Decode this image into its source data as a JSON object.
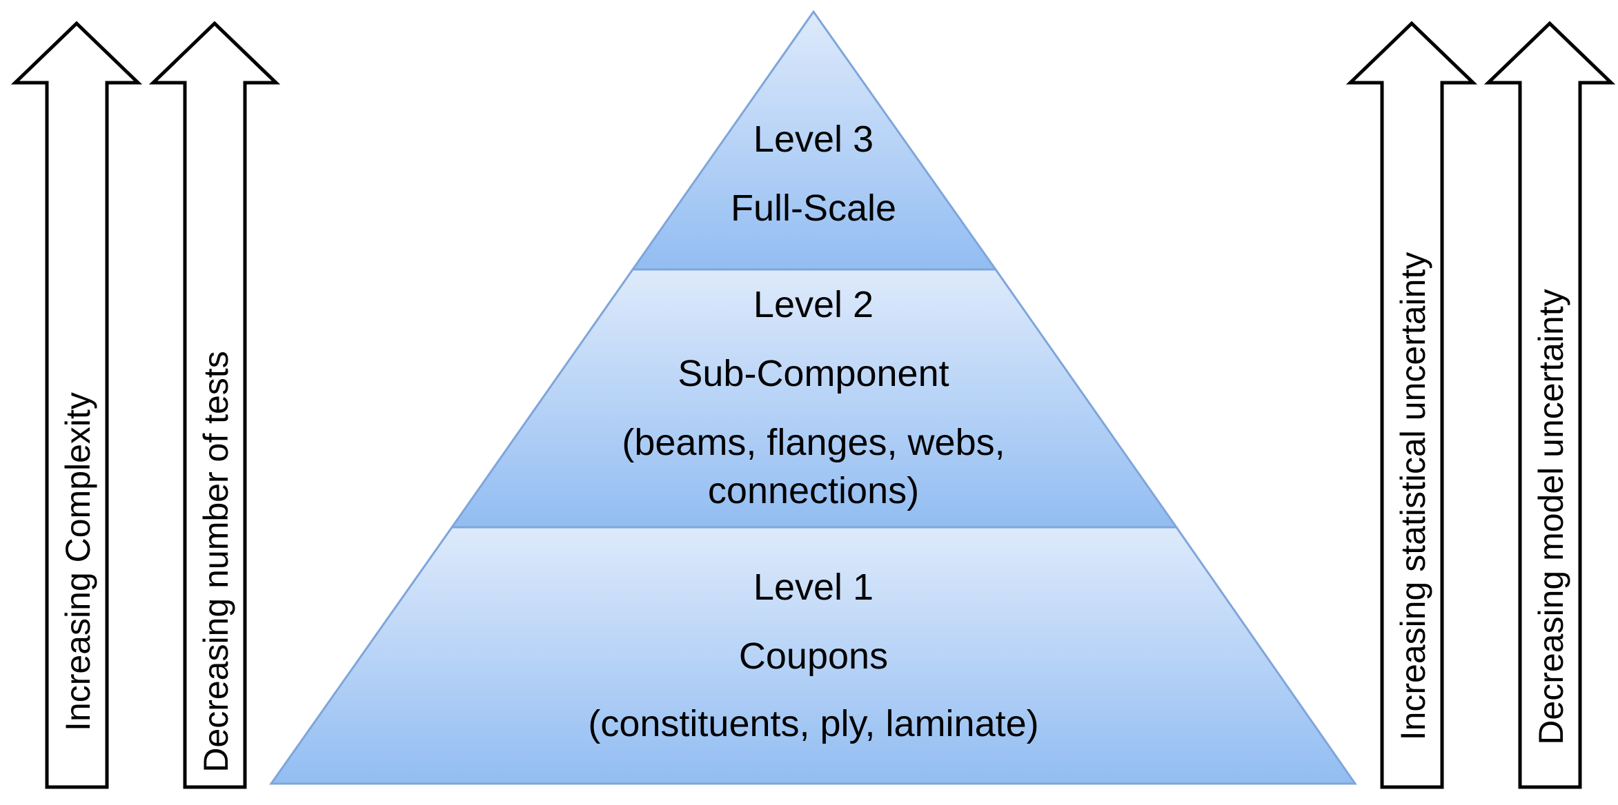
{
  "colors": {
    "pyramid_fill_top": "#deeafb",
    "pyramid_fill_bottom": "#92bdf2",
    "pyramid_stroke": "#7fa6da",
    "arrow_stroke": "#000000",
    "arrow_fill": "#ffffff"
  },
  "left_arrows": [
    {
      "label": "Increasing Complexity",
      "icon": "up-arrow-icon"
    },
    {
      "label": "Decreasing number of tests",
      "icon": "up-arrow-icon"
    }
  ],
  "right_arrows": [
    {
      "label": "Increasing statistical uncertainty",
      "icon": "up-arrow-icon"
    },
    {
      "label": "Decreasing model uncertainty",
      "icon": "up-arrow-icon"
    }
  ],
  "pyramid": {
    "level3": {
      "title": "Level 3",
      "name": "Full-Scale"
    },
    "level2": {
      "title": "Level 2",
      "name": "Sub-Component",
      "detail_line1": "(beams, flanges, webs,",
      "detail_line2": "connections)"
    },
    "level1": {
      "title": "Level 1",
      "name": "Coupons",
      "detail": "(constituents, ply, laminate)"
    }
  }
}
